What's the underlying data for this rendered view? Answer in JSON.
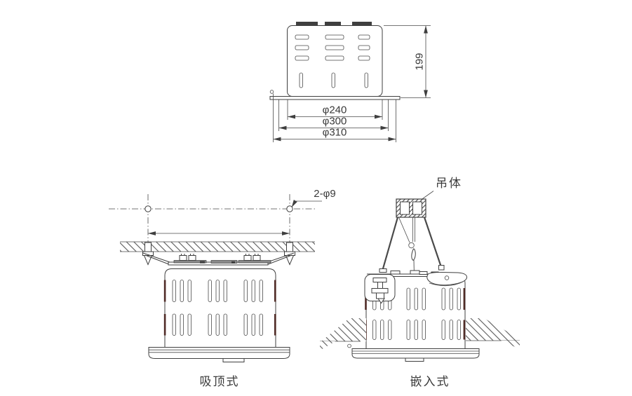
{
  "drawing": {
    "front_view": {
      "height_dim": "199",
      "dia_inner": "φ240",
      "dia_middle": "φ300",
      "dia_outer": "φ310"
    },
    "ceiling_view": {
      "holes_label": "2-φ9",
      "caption": "吸顶式"
    },
    "recessed_view": {
      "hanger_label": "吊体",
      "caption": "嵌入式"
    },
    "colors": {
      "line": "#3f3f3f",
      "background": "#ffffff",
      "edge_mark": "#4f2b26"
    }
  }
}
